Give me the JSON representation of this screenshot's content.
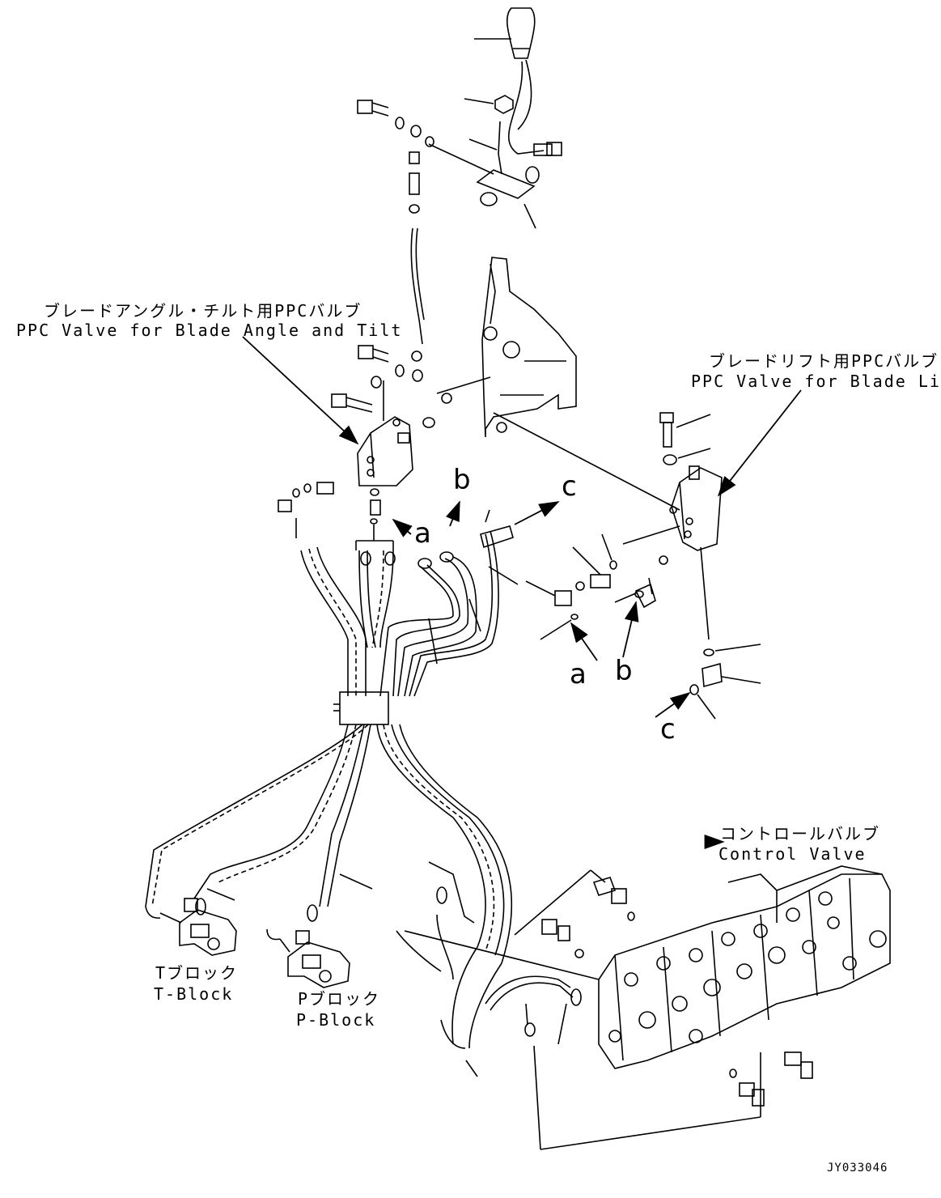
{
  "labels": {
    "ppc_angle_tilt_jp": "ブレードアングル・チルト用PPCバルブ",
    "ppc_angle_tilt_en": "PPC Valve for Blade Angle and Tilt",
    "ppc_lift_jp": "ブレードリフト用PPCバルブ",
    "ppc_lift_en": "PPC Valve for Blade Lift",
    "control_valve_jp": "コントロールバルブ",
    "control_valve_en": "Control Valve",
    "t_block_jp": "Tブロック",
    "t_block_en": "T-Block",
    "p_block_jp": "Pブロック",
    "p_block_en": "P-Block"
  },
  "refs": {
    "a_upper": "a",
    "b_upper": "b",
    "c_upper": "c",
    "a_lower": "a",
    "b_lower": "b",
    "c_lower": "c"
  },
  "drawing_code": "JY033046"
}
